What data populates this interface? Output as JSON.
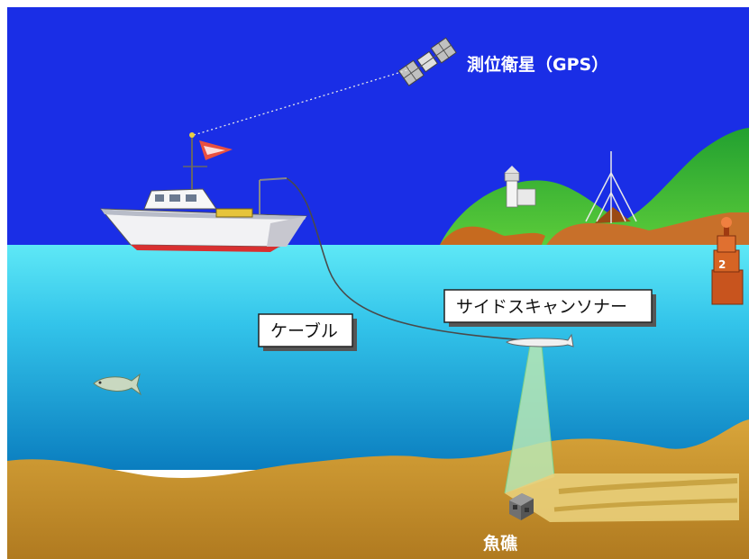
{
  "labels": {
    "satellite": "測位衛星（GPS）",
    "cable": "ケーブル",
    "sonar": "サイドスキャンソナー",
    "reef": "魚礁"
  },
  "colors": {
    "sky": "#1a2ee6",
    "sea_top": "#5ee6f5",
    "sea_bottom": "#0e86c4",
    "seabed": "#c7952e",
    "hill_green": "#3cb838",
    "cliff": "#c66a1f",
    "beam": "#b9e8b0",
    "boat_hull": "#f2f2f4",
    "buoy": "#c8541e"
  },
  "icons": [
    "satellite-icon",
    "boat-icon",
    "lighthouse-icon",
    "buoy-icon",
    "fish-icon",
    "sonar-towfish-icon",
    "artificial-reef-icon"
  ]
}
